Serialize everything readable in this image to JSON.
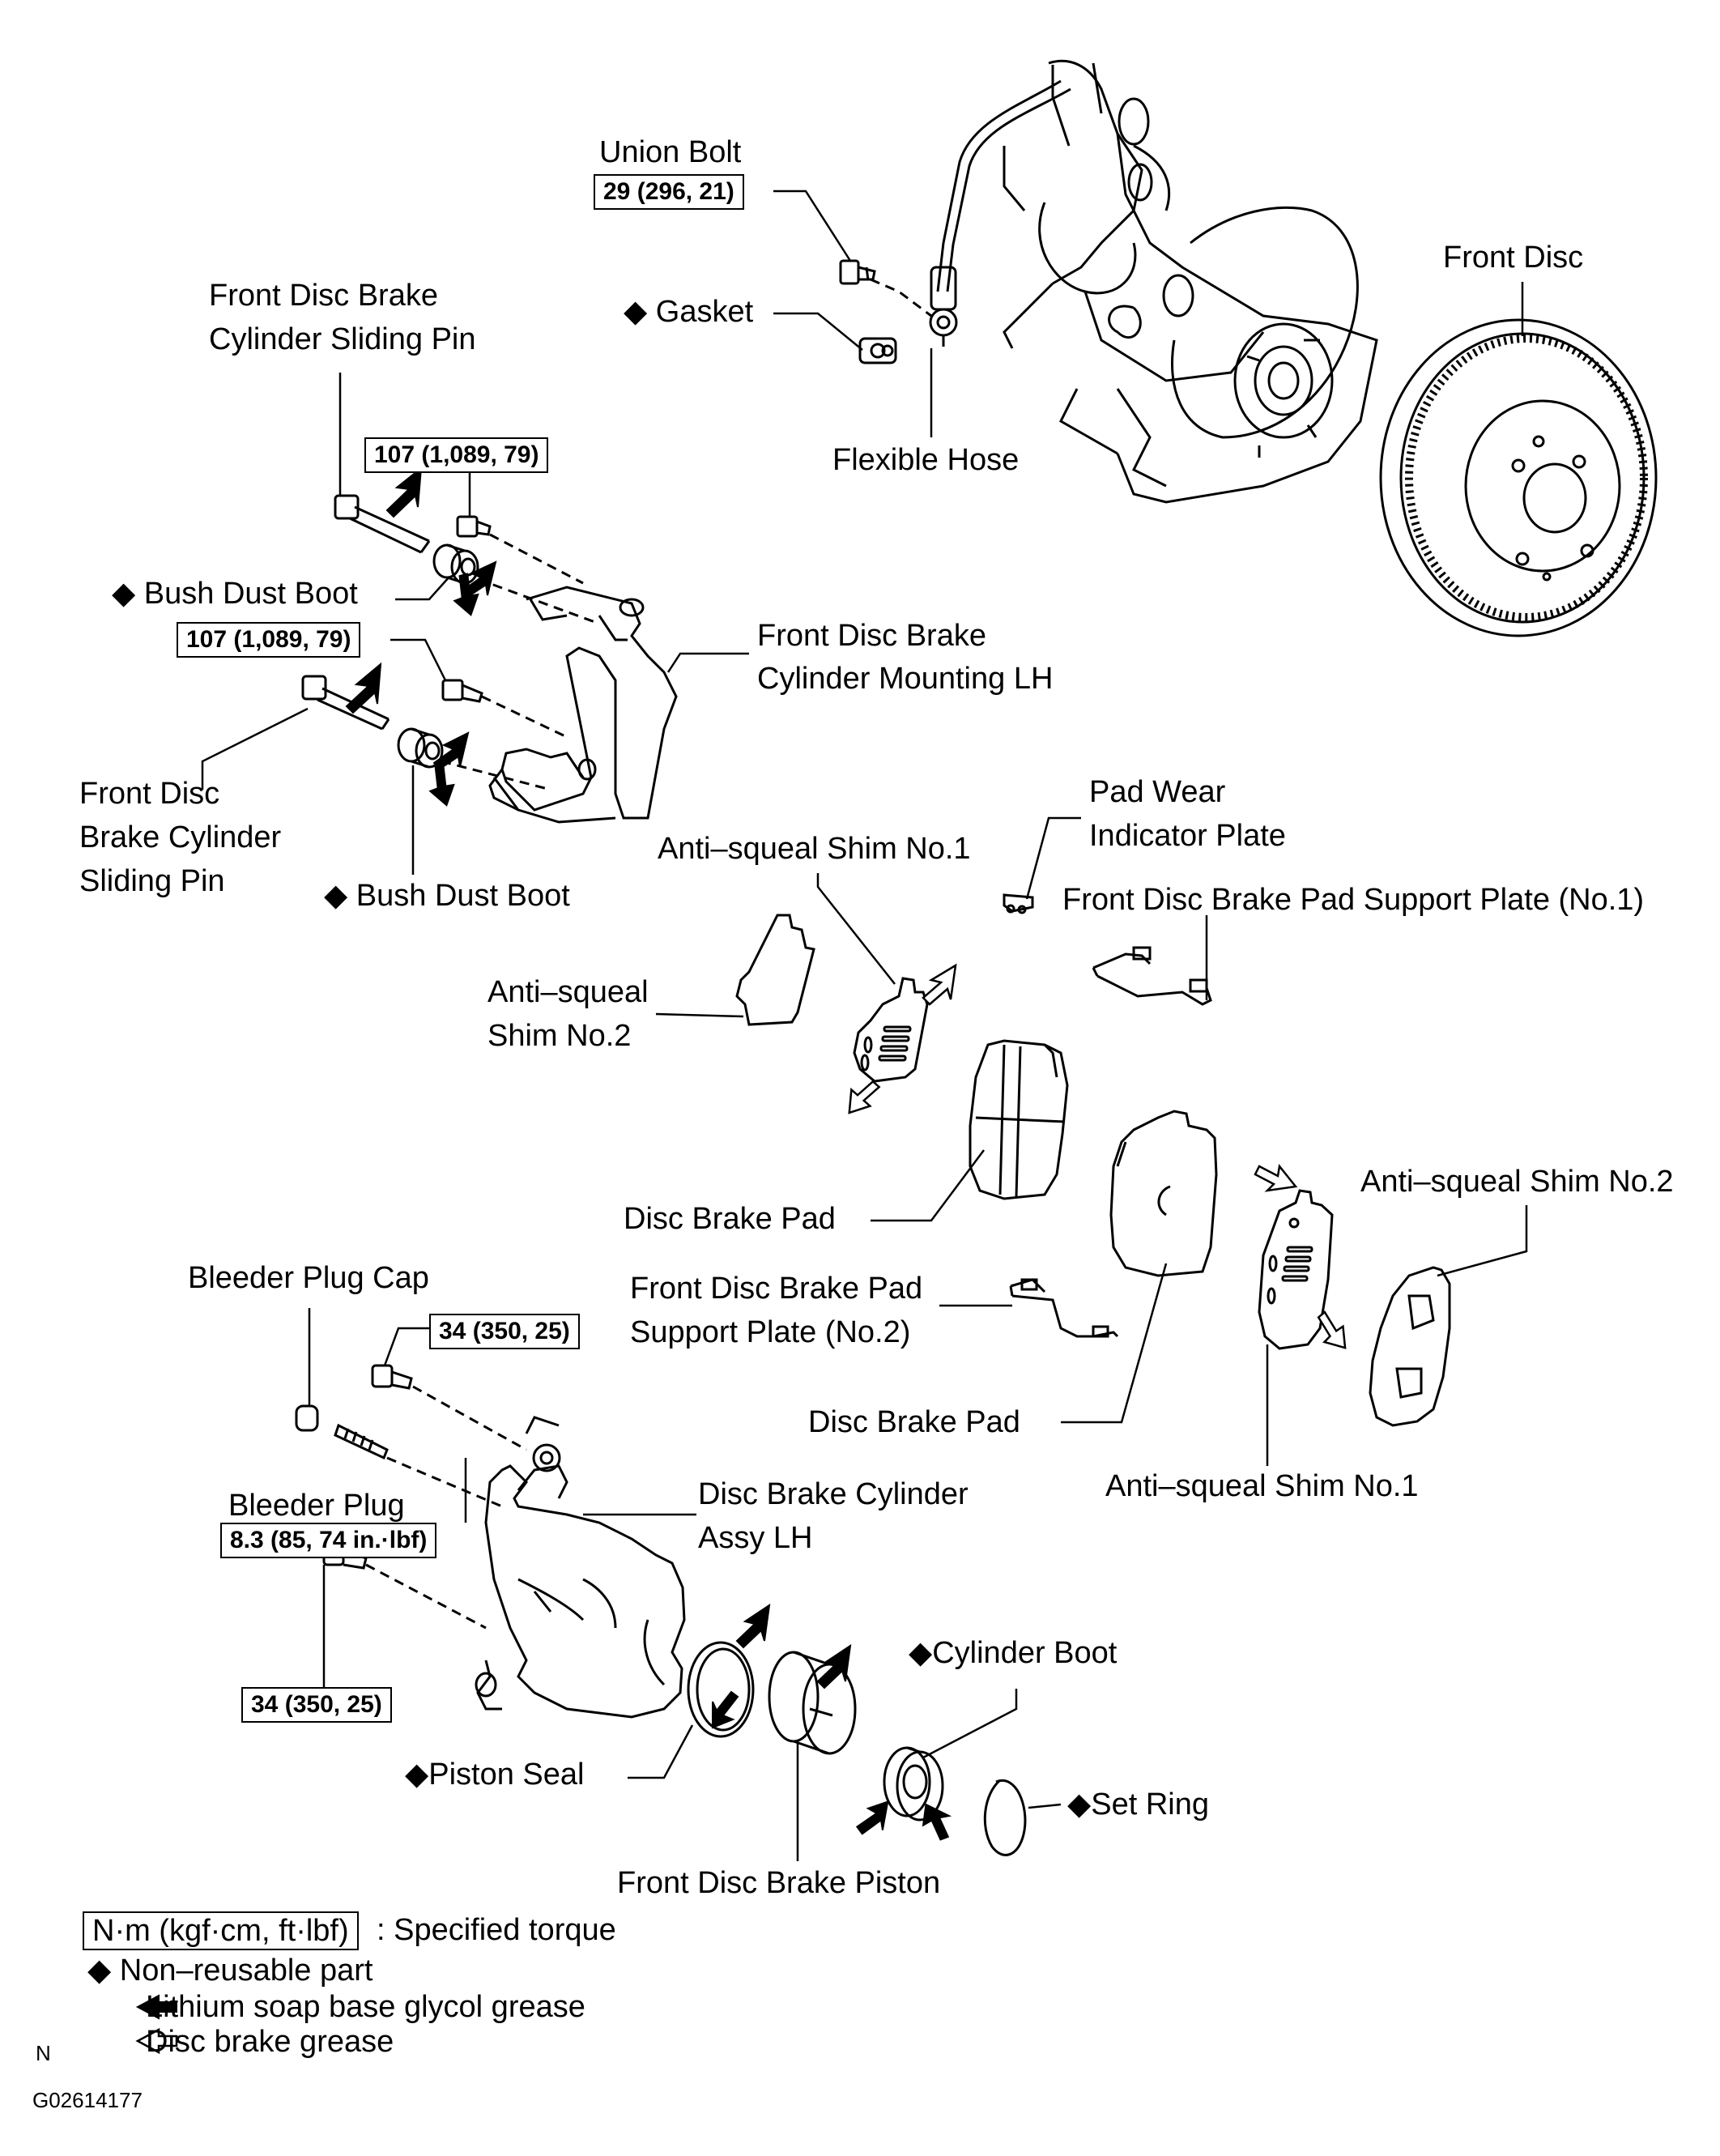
{
  "labels": {
    "union_bolt": "Union Bolt",
    "gasket": "Gasket",
    "flexible_hose": "Flexible Hose",
    "front_disc": "Front Disc",
    "sliding_pin_top_1": "Front Disc Brake",
    "sliding_pin_top_2": "Cylinder Sliding Pin",
    "bush_dust_boot_1": "Bush Dust Boot",
    "mounting_1": "Front Disc Brake",
    "mounting_2": "Cylinder Mounting LH",
    "sliding_pin_low_1": "Front Disc",
    "sliding_pin_low_2": "Brake Cylinder",
    "sliding_pin_low_3": "Sliding Pin",
    "bush_dust_boot_2": "Bush Dust Boot",
    "pad_wear_1": "Pad Wear",
    "pad_wear_2": "Indicator Plate",
    "anti_squeal_1_top": "Anti–squeal Shim No.1",
    "pad_support_1": "Front Disc Brake Pad Support Plate (No.1)",
    "anti_squeal_2_left_1": "Anti–squeal",
    "anti_squeal_2_left_2": "Shim No.2",
    "disc_brake_pad_1": "Disc Brake Pad",
    "anti_squeal_2_right": "Anti–squeal Shim No.2",
    "bleeder_plug_cap": "Bleeder Plug Cap",
    "pad_support_2_1": "Front Disc Brake Pad",
    "pad_support_2_2": "Support Plate (No.2)",
    "disc_brake_pad_2": "Disc Brake Pad",
    "anti_squeal_1_bottom": "Anti–squeal Shim No.1",
    "bleeder_plug": "Bleeder Plug",
    "cylinder_assy_1": "Disc Brake Cylinder",
    "cylinder_assy_2": "Assy LH",
    "cylinder_boot": "Cylinder Boot",
    "piston_seal": "Piston Seal",
    "set_ring": "Set Ring",
    "piston": "Front Disc Brake Piston"
  },
  "torques": {
    "union_bolt": "29 (296, 21)",
    "mount_bolt_upper": "107 (1,089, 79)",
    "mount_bolt_lower": "107 (1,089, 79)",
    "cyl_bolt_upper": "34 (350, 25)",
    "bleeder_plug": "8.3 (85, 74 in.·lbf)",
    "cyl_bolt_lower": "34 (350, 25)"
  },
  "legend": {
    "torque_unit": "N·m (kgf·cm, ft·lbf)",
    "torque_desc": ": Specified torque",
    "non_reusable": "Non–reusable part",
    "lithium": "Lithium soap base glycol grease",
    "disc_grease": "Disc brake grease",
    "north_mark": "N",
    "figure_id": "G02614177"
  },
  "symbols": {
    "non_reusable_marker": "◆"
  }
}
